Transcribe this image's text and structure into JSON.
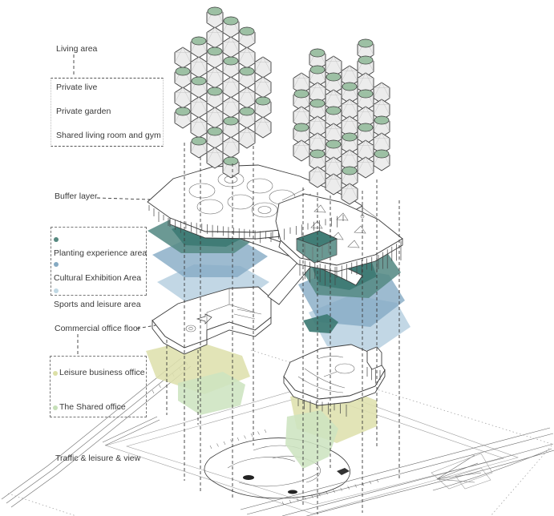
{
  "palette": {
    "tower_green": "#9dc0a4",
    "tower_cell": "#ececec",
    "teal": "#568b85",
    "teal_dark": "#3e7b74",
    "blue": "#84aac4",
    "light_blue": "#b7d0e0",
    "olive": "#dee0ad",
    "pale_green": "#cde4c0",
    "dot_planting": "#55887f",
    "dot_cultural": "#85aac2",
    "dot_sports": "#c0d8e4",
    "dot_leisure": "#dce0a6",
    "dot_shared": "#c6e0b8"
  },
  "labels": {
    "living_area": "Living area",
    "private_live": "Private live",
    "private_garden": "Private garden",
    "shared_living": "Shared living room and gym",
    "buffer_layer": "Buffer layer",
    "planting": "Planting experience area",
    "cultural": "Cultural Exhibition Area",
    "sports": "Sports and leisure area",
    "commercial": "Commercial office floor",
    "leisure_office": "Leisure business office",
    "shared_office": "The Shared office",
    "traffic": "Traffic & leisure & view"
  }
}
